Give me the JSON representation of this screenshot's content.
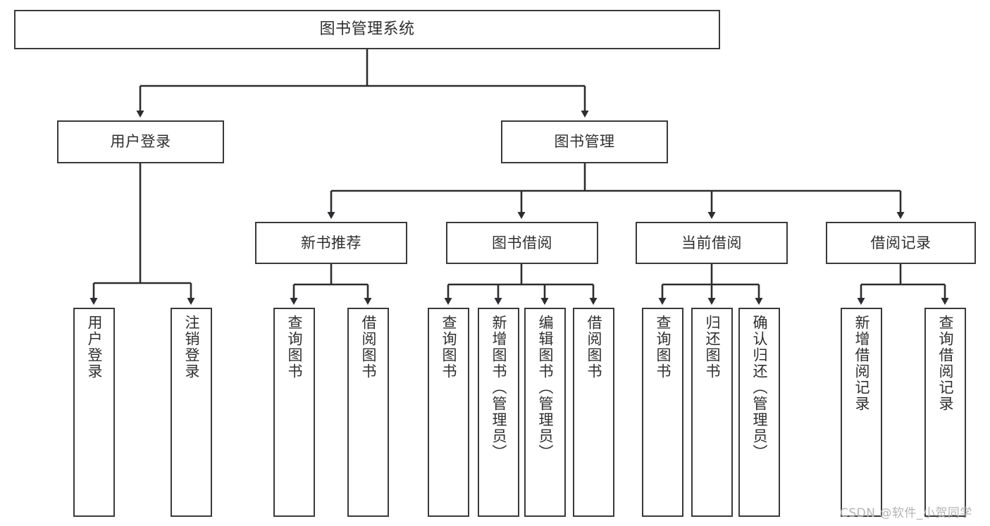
{
  "diagram": {
    "title": "图书管理系统",
    "type": "tree-hierarchy-diagram",
    "colors": {
      "box_border": "#3a3a3c",
      "box_fill": "#ffffff",
      "connector": "#2d2d2f",
      "text": "#2f2f2f",
      "watermark": "#b4b4b4",
      "background": "#ffffff"
    },
    "nodes": {
      "root": {
        "label": "图书管理系统"
      },
      "level2": [
        {
          "id": "user-login",
          "label": "用户登录"
        },
        {
          "id": "book-management",
          "label": "图书管理"
        }
      ],
      "level3": [
        {
          "id": "new-book-recommend",
          "label": "新书推荐"
        },
        {
          "id": "book-borrow",
          "label": "图书借阅"
        },
        {
          "id": "current-borrow",
          "label": "当前借阅"
        },
        {
          "id": "borrow-record",
          "label": "借阅记录"
        }
      ],
      "leaves": {
        "user-login": [
          {
            "id": "leaf-user-login",
            "label": "用户登录"
          },
          {
            "id": "leaf-logout-login",
            "label": "注销登录"
          }
        ],
        "new-book-recommend": [
          {
            "id": "leaf-query-book-1",
            "label": "查询图书"
          },
          {
            "id": "leaf-borrow-book-1",
            "label": "借阅图书"
          }
        ],
        "book-borrow": [
          {
            "id": "leaf-query-book-2",
            "label": "查询图书"
          },
          {
            "id": "leaf-add-book",
            "label": "新增图书（管理员）"
          },
          {
            "id": "leaf-edit-book",
            "label": "编辑图书（管理员）"
          },
          {
            "id": "leaf-borrow-book-2",
            "label": "借阅图书"
          }
        ],
        "current-borrow": [
          {
            "id": "leaf-query-book-3",
            "label": "查询图书"
          },
          {
            "id": "leaf-return-book",
            "label": "归还图书"
          },
          {
            "id": "leaf-confirm-return",
            "label": "确认归还（管理员）"
          }
        ],
        "borrow-record": [
          {
            "id": "leaf-add-record",
            "label": "新增借阅记录"
          },
          {
            "id": "leaf-query-record",
            "label": "查询借阅记录"
          }
        ]
      }
    },
    "watermark": "CSDN @软件_小贺同学"
  }
}
